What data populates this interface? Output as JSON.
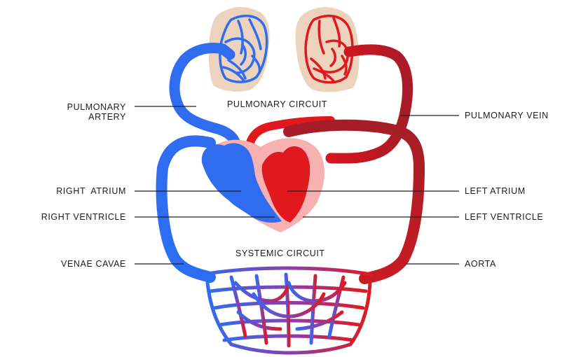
{
  "labels": {
    "pulmonary_artery_line1": "PULMONARY",
    "pulmonary_artery_line2": "ARTERY",
    "pulmonary_circuit": "PULMONARY CIRCUIT",
    "pulmonary_vein": "PULMONARY VEIN",
    "right_atrium": "RIGHT  ATRIUM",
    "right_ventricle": "RIGHT VENTRICLE",
    "left_atrium": "LEFT ATRIUM",
    "left_ventricle": "LEFT VENTRICLE",
    "systemic_circuit": "SYSTEMIC CIRCUIT",
    "venae_cavae": "VENAE CAVAE",
    "aorta": "AORTA"
  },
  "colors": {
    "deoxygenated_blue": "#2f6cf0",
    "oxygenated_red": "#e0191f",
    "dark_red": "#9b1c24",
    "lung_bg": "#ecd3bd",
    "heart_bg": "#f6b1b0"
  }
}
